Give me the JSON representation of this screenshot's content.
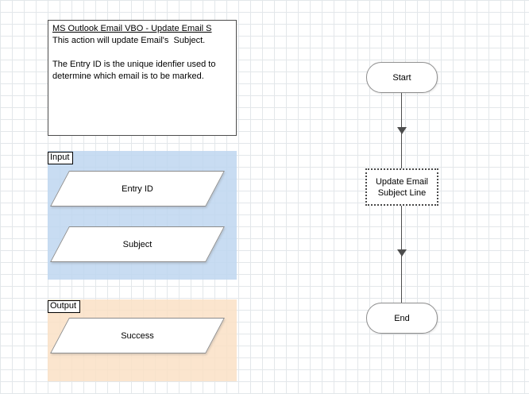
{
  "canvas": {
    "background": "#ffffff",
    "grid_color": "#e3e7ea"
  },
  "note": {
    "title": "MS Outlook Email VBO - Update Email S",
    "body_line1": "This action will update Email's  Subject.",
    "body_line2": "The Entry ID is the unique idenfier used to determine which email is to be marked."
  },
  "input_section": {
    "label": "Input",
    "fill": "#bed6f0",
    "items": [
      {
        "label": "Entry ID"
      },
      {
        "label": "Subject"
      }
    ]
  },
  "output_section": {
    "label": "Output",
    "fill": "#fae0c6",
    "items": [
      {
        "label": "Success"
      }
    ]
  },
  "flow": {
    "start_label": "Start",
    "action_label_line1": "Update Email",
    "action_label_line2": "Subject Line",
    "end_label": "End"
  }
}
